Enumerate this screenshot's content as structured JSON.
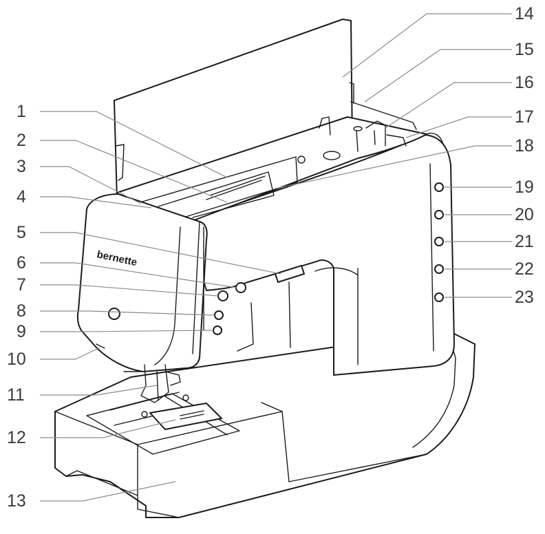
{
  "diagram": {
    "brand_text": "bernette",
    "callouts": [
      {
        "id": "1",
        "label": "1"
      },
      {
        "id": "2",
        "label": "2"
      },
      {
        "id": "3",
        "label": "3"
      },
      {
        "id": "4",
        "label": "4"
      },
      {
        "id": "5",
        "label": "5"
      },
      {
        "id": "6",
        "label": "6"
      },
      {
        "id": "7",
        "label": "7"
      },
      {
        "id": "8",
        "label": "8"
      },
      {
        "id": "9",
        "label": "9"
      },
      {
        "id": "10",
        "label": "10"
      },
      {
        "id": "11",
        "label": "11"
      },
      {
        "id": "12",
        "label": "12"
      },
      {
        "id": "13",
        "label": "13"
      },
      {
        "id": "14",
        "label": "14"
      },
      {
        "id": "15",
        "label": "15"
      },
      {
        "id": "16",
        "label": "16"
      },
      {
        "id": "17",
        "label": "17"
      },
      {
        "id": "18",
        "label": "18"
      },
      {
        "id": "19",
        "label": "19"
      },
      {
        "id": "20",
        "label": "20"
      },
      {
        "id": "21",
        "label": "21"
      },
      {
        "id": "22",
        "label": "22"
      },
      {
        "id": "23",
        "label": "23"
      }
    ]
  }
}
